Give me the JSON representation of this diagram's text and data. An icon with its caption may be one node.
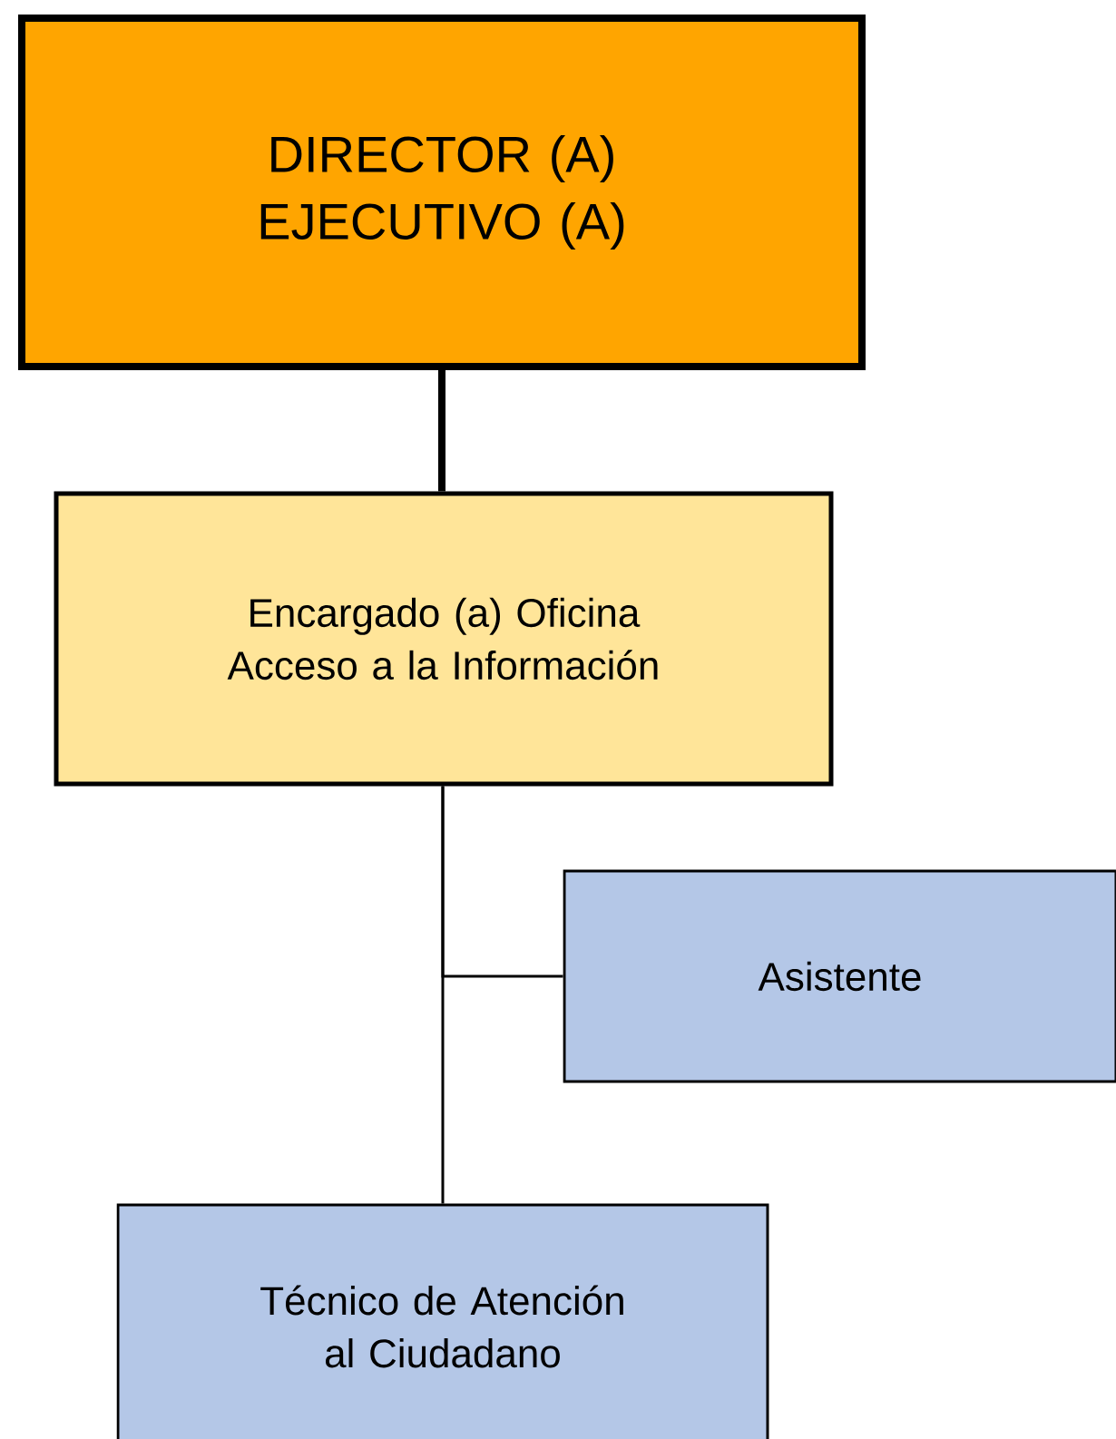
{
  "diagram": {
    "nodes": [
      {
        "text": [
          "DIRECTOR (A) EJECUTIVO (A)"
        ]
      },
      {
        "text": [
          "Encargado (a) Oficina Acceso a la Información"
        ]
      },
      {
        "text": [
          "Asistente"
        ]
      },
      {
        "text": [
          "Técnico de Atención al Ciudadano"
        ]
      }
    ],
    "edges": [
      {
        "from": 0,
        "to": 1,
        "arrow": "none",
        "style": "thick"
      },
      {
        "from": 1,
        "to": 2,
        "arrow": "none"
      },
      {
        "from": 1,
        "to": 3,
        "arrow": "none"
      }
    ]
  }
}
